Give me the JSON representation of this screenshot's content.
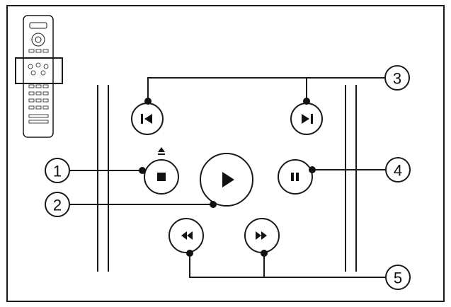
{
  "callouts": {
    "c1": "1",
    "c2": "2",
    "c3": "3",
    "c4": "4",
    "c5": "5"
  },
  "icons": {
    "prev": "skip-previous-icon",
    "next": "skip-next-icon",
    "stop": "stop-icon",
    "eject": "eject-icon",
    "play": "play-icon",
    "pause": "pause-icon",
    "rewind": "rewind-icon",
    "forward": "fast-forward-icon"
  },
  "colors": {
    "line": "#1a1a1a",
    "background": "#ffffff"
  }
}
